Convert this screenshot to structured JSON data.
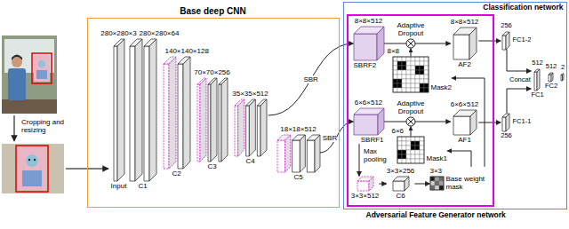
{
  "diagram": {
    "nodes": [
      {
        "text": [
          "Base deep CNN"
        ]
      },
      {
        "text": [
          "280×280×3",
          "Input"
        ],
        "in": 0
      },
      {
        "text": [
          "280×280×64",
          "C1"
        ],
        "in": 0
      },
      {
        "text": [
          "140×140×128",
          "C2"
        ],
        "in": 0
      },
      {
        "text": [
          "70×70×256",
          "C3"
        ],
        "in": 0
      },
      {
        "text": [
          "35×35×512",
          "C4"
        ],
        "in": 0
      },
      {
        "text": [
          "18×18×512",
          "C5"
        ],
        "in": 0
      },
      {
        "text": [
          "Classification network"
        ]
      },
      {
        "text": [
          "Adversarial Feature Generator network"
        ],
        "in": 7
      },
      {
        "text": [
          "8×8×512",
          "SBRF2"
        ],
        "in": 8
      },
      {
        "text": [
          "8×8",
          "Mask2"
        ],
        "in": 8
      },
      {
        "text": [
          "8×8×512",
          "AF2"
        ],
        "in": 8
      },
      {
        "text": [
          "6×6×512",
          "SBRF1"
        ],
        "in": 8
      },
      {
        "text": [
          "6×6",
          "Mask1"
        ],
        "in": 8
      },
      {
        "text": [
          "6×6×512",
          "AF1"
        ],
        "in": 8
      },
      {
        "text": [
          "3×3×512"
        ],
        "in": 8
      },
      {
        "text": [
          "3×3×256",
          "C6"
        ],
        "in": 8
      },
      {
        "text": [
          "3×3",
          "Base weight mask"
        ],
        "in": 8
      },
      {
        "text": [
          "256",
          "FC1-2"
        ],
        "in": 7
      },
      {
        "text": [
          "256",
          "FC1-1"
        ],
        "in": 7
      },
      {
        "text": [
          "512",
          "FC1"
        ],
        "in": 7
      },
      {
        "text": [
          "512",
          "FC2"
        ],
        "in": 7
      },
      {
        "text": [
          "2"
        ],
        "in": 7
      }
    ],
    "edges": [
      {
        "from": 5,
        "to": 9,
        "label": "SBR",
        "arrow": "to"
      },
      {
        "from": 6,
        "to": 12,
        "label": "SBR",
        "arrow": "to"
      },
      {
        "from": 9,
        "to": 11,
        "label": "Adaptive Dropout",
        "arrow": "to"
      },
      {
        "from": 12,
        "to": 14,
        "label": "Adaptive Dropout",
        "arrow": "to"
      },
      {
        "from": 12,
        "to": 15,
        "label": "Max pooling",
        "arrow": "to"
      },
      {
        "from": 15,
        "to": 16,
        "arrow": "to"
      },
      {
        "from": 16,
        "to": 17,
        "arrow": "to"
      },
      {
        "from": 17,
        "to": 13,
        "arrow": "to"
      },
      {
        "from": 17,
        "to": 10,
        "arrow": "to"
      },
      {
        "from": 11,
        "to": 18,
        "arrow": "to"
      },
      {
        "from": 14,
        "to": 19,
        "arrow": "to"
      },
      {
        "from": 18,
        "to": 20,
        "arrow": "to"
      },
      {
        "from": 19,
        "to": 20,
        "arrow": "to"
      }
    ],
    "labels": [
      "Cropping and resizing",
      "Concat"
    ]
  }
}
